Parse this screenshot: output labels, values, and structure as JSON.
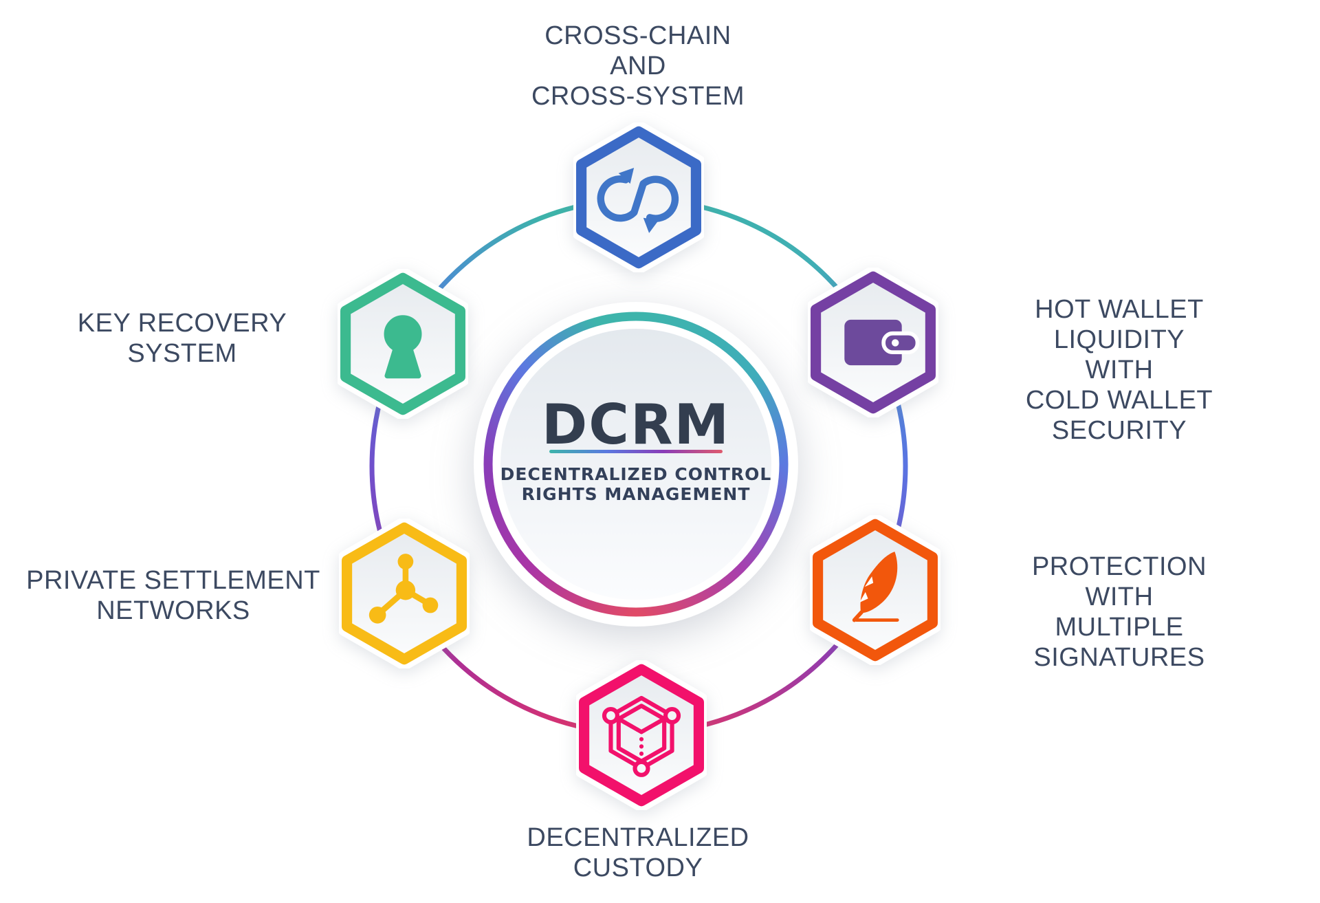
{
  "title": "DCRM infographic",
  "center": {
    "logo": "DCRM",
    "subtitle_line1": "DECENTRALIZED CONTROL",
    "subtitle_line2": "RIGHTS MANAGEMENT"
  },
  "nodes": [
    {
      "id": "cross-chain",
      "label": "CROSS-CHAIN\nAND\nCROSS-SYSTEM",
      "icon": "swap-arrows-icon",
      "color": "#3b6ac6",
      "position": "top"
    },
    {
      "id": "hot-wallet",
      "label": "HOT WALLET LIQUIDITY\nWITH\nCOLD WALLET SECURITY",
      "icon": "wallet-icon",
      "color": "#7540a3",
      "position": "top-right"
    },
    {
      "id": "multiple-signatures",
      "label": "PROTECTION\nWITH\nMULTIPLE SIGNATURES",
      "icon": "feather-icon",
      "color": "#f2570c",
      "position": "bottom-right"
    },
    {
      "id": "decentralized-custody",
      "label": "DECENTRALIZED\nCUSTODY",
      "icon": "cube-network-icon",
      "color": "#f2116b",
      "position": "bottom"
    },
    {
      "id": "private-settlement",
      "label": "PRIVATE SETTLEMENT\nNETWORKS",
      "icon": "network-nodes-icon",
      "color": "#f8bb16",
      "position": "bottom-left"
    },
    {
      "id": "key-recovery",
      "label": "KEY RECOVERY\nSYSTEM",
      "icon": "keyhole-icon",
      "color": "#3cba8f",
      "position": "top-left"
    }
  ],
  "ring_gradient": [
    "#3db3a9",
    "#5a74e2",
    "#8a3cb5",
    "#b02f92",
    "#e83360"
  ],
  "text_color": "#3c4961",
  "logo_color": "#333e4f"
}
